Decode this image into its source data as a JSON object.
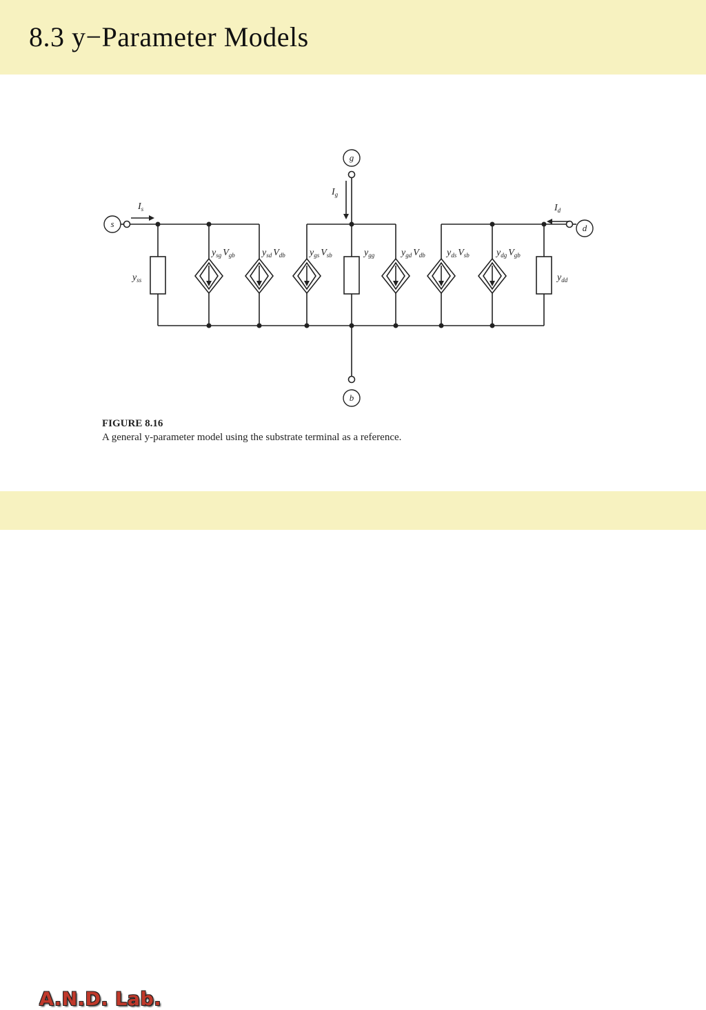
{
  "header": {
    "title": "8.3 y−Parameter Models"
  },
  "figure": {
    "caption_title": "FIGURE 8.16",
    "caption_text": "A general y-parameter model using the substrate terminal as a reference.",
    "terminals": {
      "source": "s",
      "gate": "g",
      "drain": "d",
      "bulk": "b"
    },
    "currents": {
      "source": "I",
      "source_sub": "s",
      "gate": "I",
      "gate_sub": "g",
      "drain": "I",
      "drain_sub": "d"
    },
    "elements": [
      {
        "y": "y",
        "ysub": "ss",
        "v": "",
        "vsub": ""
      },
      {
        "y": "y",
        "ysub": "sg",
        "v": "V",
        "vsub": "gb"
      },
      {
        "y": "y",
        "ysub": "sd",
        "v": "V",
        "vsub": "db"
      },
      {
        "y": "y",
        "ysub": "gs",
        "v": "V",
        "vsub": "sb"
      },
      {
        "y": "y",
        "ysub": "gg",
        "v": "",
        "vsub": ""
      },
      {
        "y": "y",
        "ysub": "gd",
        "v": "V",
        "vsub": "db"
      },
      {
        "y": "y",
        "ysub": "ds",
        "v": "V",
        "vsub": "sb"
      },
      {
        "y": "y",
        "ysub": "dg",
        "v": "V",
        "vsub": "gb"
      },
      {
        "y": "y",
        "ysub": "dd",
        "v": "",
        "vsub": ""
      }
    ]
  },
  "footer": {
    "logo": "A.N.D. Lab."
  }
}
